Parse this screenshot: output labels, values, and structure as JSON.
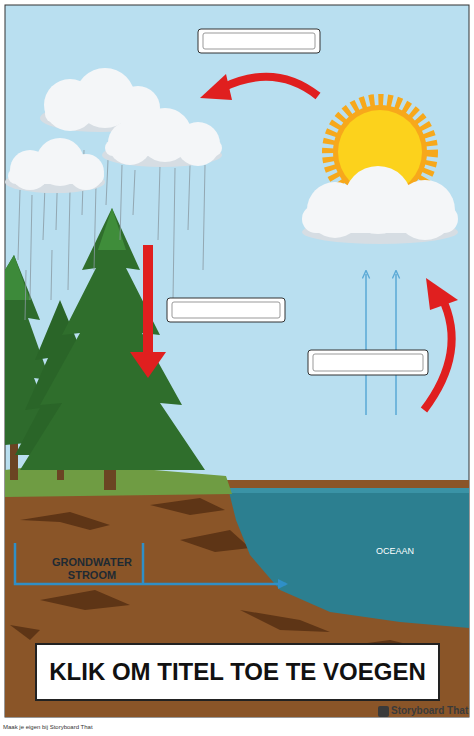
{
  "diagram": {
    "title": "KLIK OM TITEL TOE TE VOEGEN",
    "labels": [
      "GRONDWATER STROOM",
      "OCEAAN",
      "Storyboard That",
      "Maak je eigen bij Storyboard That"
    ]
  }
}
